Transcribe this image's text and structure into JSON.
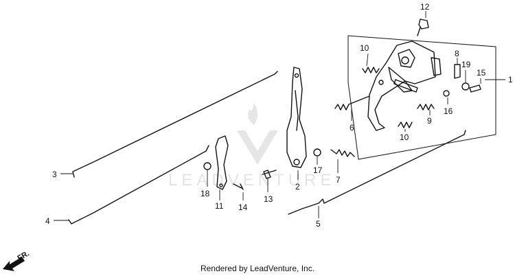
{
  "watermark": {
    "brand": "LEADVENTURE"
  },
  "footer": {
    "text": "Rendered by LeadVenture, Inc."
  },
  "direction_label": "FR.",
  "callouts": [
    "1",
    "2",
    "3",
    "4",
    "5",
    "6",
    "7",
    "8",
    "9",
    "10",
    "10",
    "11",
    "12",
    "14",
    "13",
    "15",
    "16",
    "17",
    "18",
    "19"
  ]
}
